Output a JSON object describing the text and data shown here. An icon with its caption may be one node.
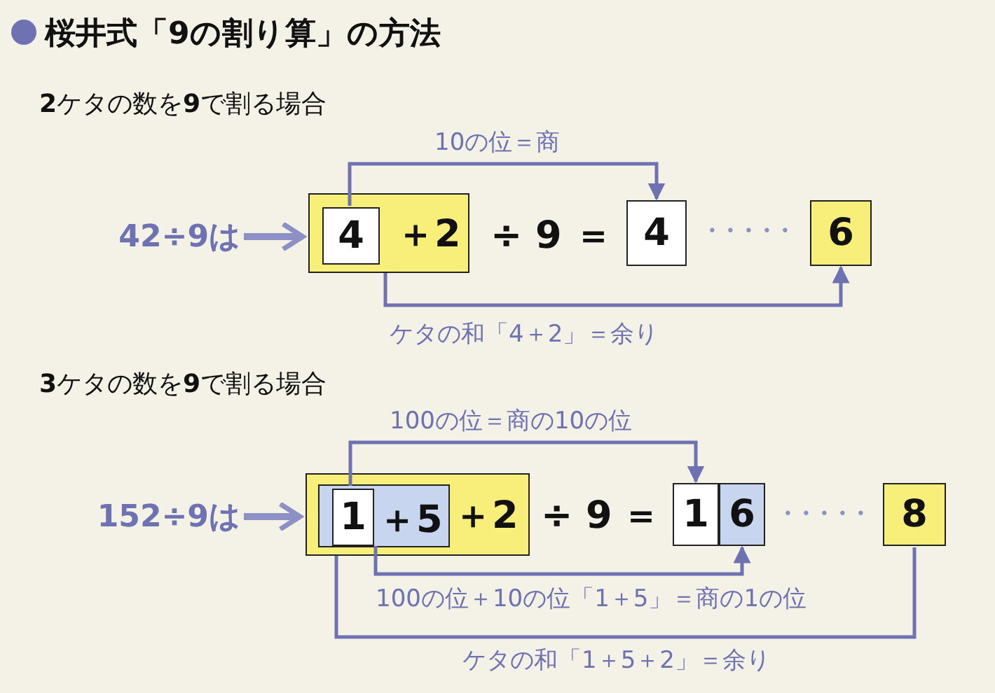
{
  "diagram": {
    "title": "桜井式「9の割り算」の方法",
    "nodes": [
      {
        "text": [
          "42÷9は"
        ]
      },
      {
        "text": [
          "＋2"
        ]
      },
      {
        "text": [
          "4"
        ],
        "in": 1
      },
      {
        "text": [
          "4"
        ]
      },
      {
        "text": [
          "6"
        ]
      },
      {
        "text": [
          "152÷9は"
        ]
      },
      {
        "text": [
          "＋2"
        ]
      },
      {
        "text": [
          "＋5"
        ],
        "in": 6
      },
      {
        "text": [
          "1"
        ],
        "in": 7
      },
      {
        "text": [
          "1"
        ]
      },
      {
        "text": [
          "6"
        ]
      },
      {
        "text": [
          "8"
        ]
      }
    ],
    "edges": [
      {
        "from": 0,
        "to": 1,
        "arrow": "to",
        "style": "thick"
      },
      {
        "from": 2,
        "to": 3,
        "arrow": "to",
        "label": "10の位＝商"
      },
      {
        "from": 1,
        "to": 4,
        "arrow": "to",
        "label": "ケタの和「4＋2」＝余り"
      },
      {
        "from": 5,
        "to": 6,
        "arrow": "to",
        "style": "thick"
      },
      {
        "from": 8,
        "to": 9,
        "arrow": "to",
        "label": "100の位＝商の10の位"
      },
      {
        "from": 7,
        "to": 10,
        "arrow": "to",
        "label": "100の位＋10の位「1＋5」＝商の1の位"
      },
      {
        "from": 6,
        "to": 11,
        "arrow": "none",
        "label": "ケタの和「1＋5＋2」＝余り"
      }
    ],
    "labels": [
      "**2**ケタの数を**9**で割る場合",
      "÷ 9",
      "＝",
      "・・・・・",
      "**3**ケタの数を**9**で割る場合",
      "÷ 9",
      "＝",
      "・・・・・"
    ]
  }
}
